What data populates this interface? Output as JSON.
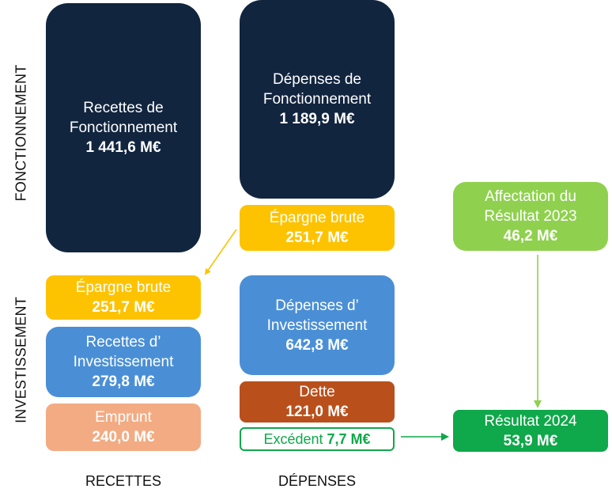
{
  "side_labels": {
    "fonctionnement": "FONCTIONNEMENT",
    "investissement": "INVESTISSEMENT"
  },
  "bottom_labels": {
    "recettes": "RECETTES",
    "depenses": "DÉPENSES"
  },
  "recettes": {
    "fonctionnement": {
      "line1": "Recettes de",
      "line2": "Fonctionnement",
      "value": "1 441,6 M€"
    },
    "epargne": {
      "line1": "Épargne brute",
      "value": "251,7 M€"
    },
    "investissement": {
      "line1": "Recettes d’",
      "line2": "Investissement",
      "value": "279,8 M€"
    },
    "emprunt": {
      "line1": "Emprunt",
      "value": "240,0 M€"
    }
  },
  "depenses": {
    "fonctionnement": {
      "line1": "Dépenses de",
      "line2": "Fonctionnement",
      "value": "1 189,9 M€"
    },
    "epargne": {
      "line1": "Épargne brute",
      "value": "251,7 M€"
    },
    "investissement": {
      "line1": "Dépenses d’",
      "line2": "Investissement",
      "value": "642,8 M€"
    },
    "dette": {
      "line1": "Dette",
      "value": "121,0 M€"
    },
    "excedent": {
      "label": "Excédent",
      "value": "7,7 M€"
    }
  },
  "resultats": {
    "affectation": {
      "line1": "Affectation du",
      "line2": "Résultat 2023",
      "value": "46,2 M€"
    },
    "resultat_2024": {
      "line1": "Résultat 2024",
      "value": "53,9 M€"
    }
  },
  "colors": {
    "navy": "#12253f",
    "yellow": "#fdc300",
    "blue": "#4a8fd6",
    "peach": "#f2ab83",
    "rust": "#b9501c",
    "light_green": "#8fd14e",
    "green": "#0fa84a"
  }
}
